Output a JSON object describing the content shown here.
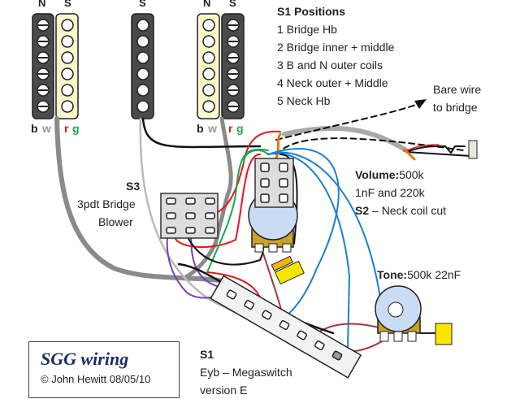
{
  "pickups": {
    "neck": {
      "left_label": "N",
      "right_label": "S",
      "wires": [
        "b",
        "w",
        "r",
        "g"
      ]
    },
    "middle": {
      "label": "S"
    },
    "bridge": {
      "left_label": "N",
      "right_label": "S",
      "wires": [
        "b",
        "w",
        "r",
        "g"
      ]
    }
  },
  "positions": {
    "title": "S1 Positions",
    "items": [
      "1  Bridge Hb",
      "2  Bridge inner + middle",
      "3  B and N outer coils",
      "4  Neck outer + Middle",
      "5  Neck Hb"
    ]
  },
  "bare_wire": {
    "line1": "Bare wire",
    "line2": "to bridge"
  },
  "volume": {
    "label": "Volume:",
    "value": "500k",
    "line2": "1nF and 220k",
    "s2_label": "S2",
    "s2_text": " – Neck coil cut"
  },
  "tone": {
    "label": "Tone:",
    "value": "500k  22nF"
  },
  "s3": {
    "label": "S3",
    "line1": "3pdt Bridge",
    "line2": "Blower"
  },
  "s1": {
    "label": "S1",
    "line1": "Eyb – Megaswitch",
    "line2": "version E"
  },
  "credit": {
    "title": "SGG wiring",
    "by": "© John Hewitt 08/05/10"
  },
  "colors": {
    "pickup_dark": "#4a4a4a",
    "pickup_cream": "#fbf8cc",
    "pot": "#c9dcf3",
    "pot_body": "#c9a227",
    "cap": "#f7e600",
    "wire_blue": "#1b7fd0",
    "wire_red": "#e8141b",
    "wire_green": "#1aa84a",
    "wire_purple": "#7a3fb0",
    "wire_brown": "#a33b3b",
    "wire_gray": "#a0a0a0",
    "wire_orange": "#e07a10"
  }
}
